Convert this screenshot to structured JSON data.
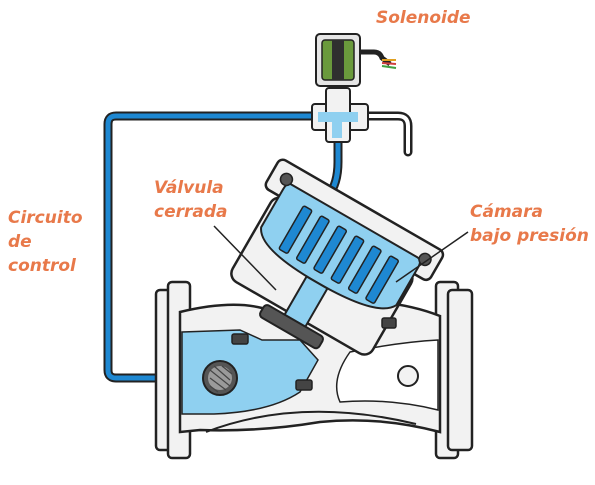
{
  "labels": {
    "solenoide": "Solenoide",
    "valvula": [
      "Válvula",
      "cerrada"
    ],
    "camara": [
      "Cámara",
      "bajo presión"
    ],
    "circuito": [
      "Circuito",
      "de",
      "control"
    ]
  },
  "colors": {
    "label": "#e8794a",
    "water": "#8fd0f0",
    "water_dark": "#1e88d2",
    "outline": "#222222",
    "body_fill": "#f2f2f2",
    "body_shade": "#d9d9d9",
    "coil": "#6a9a3c"
  }
}
